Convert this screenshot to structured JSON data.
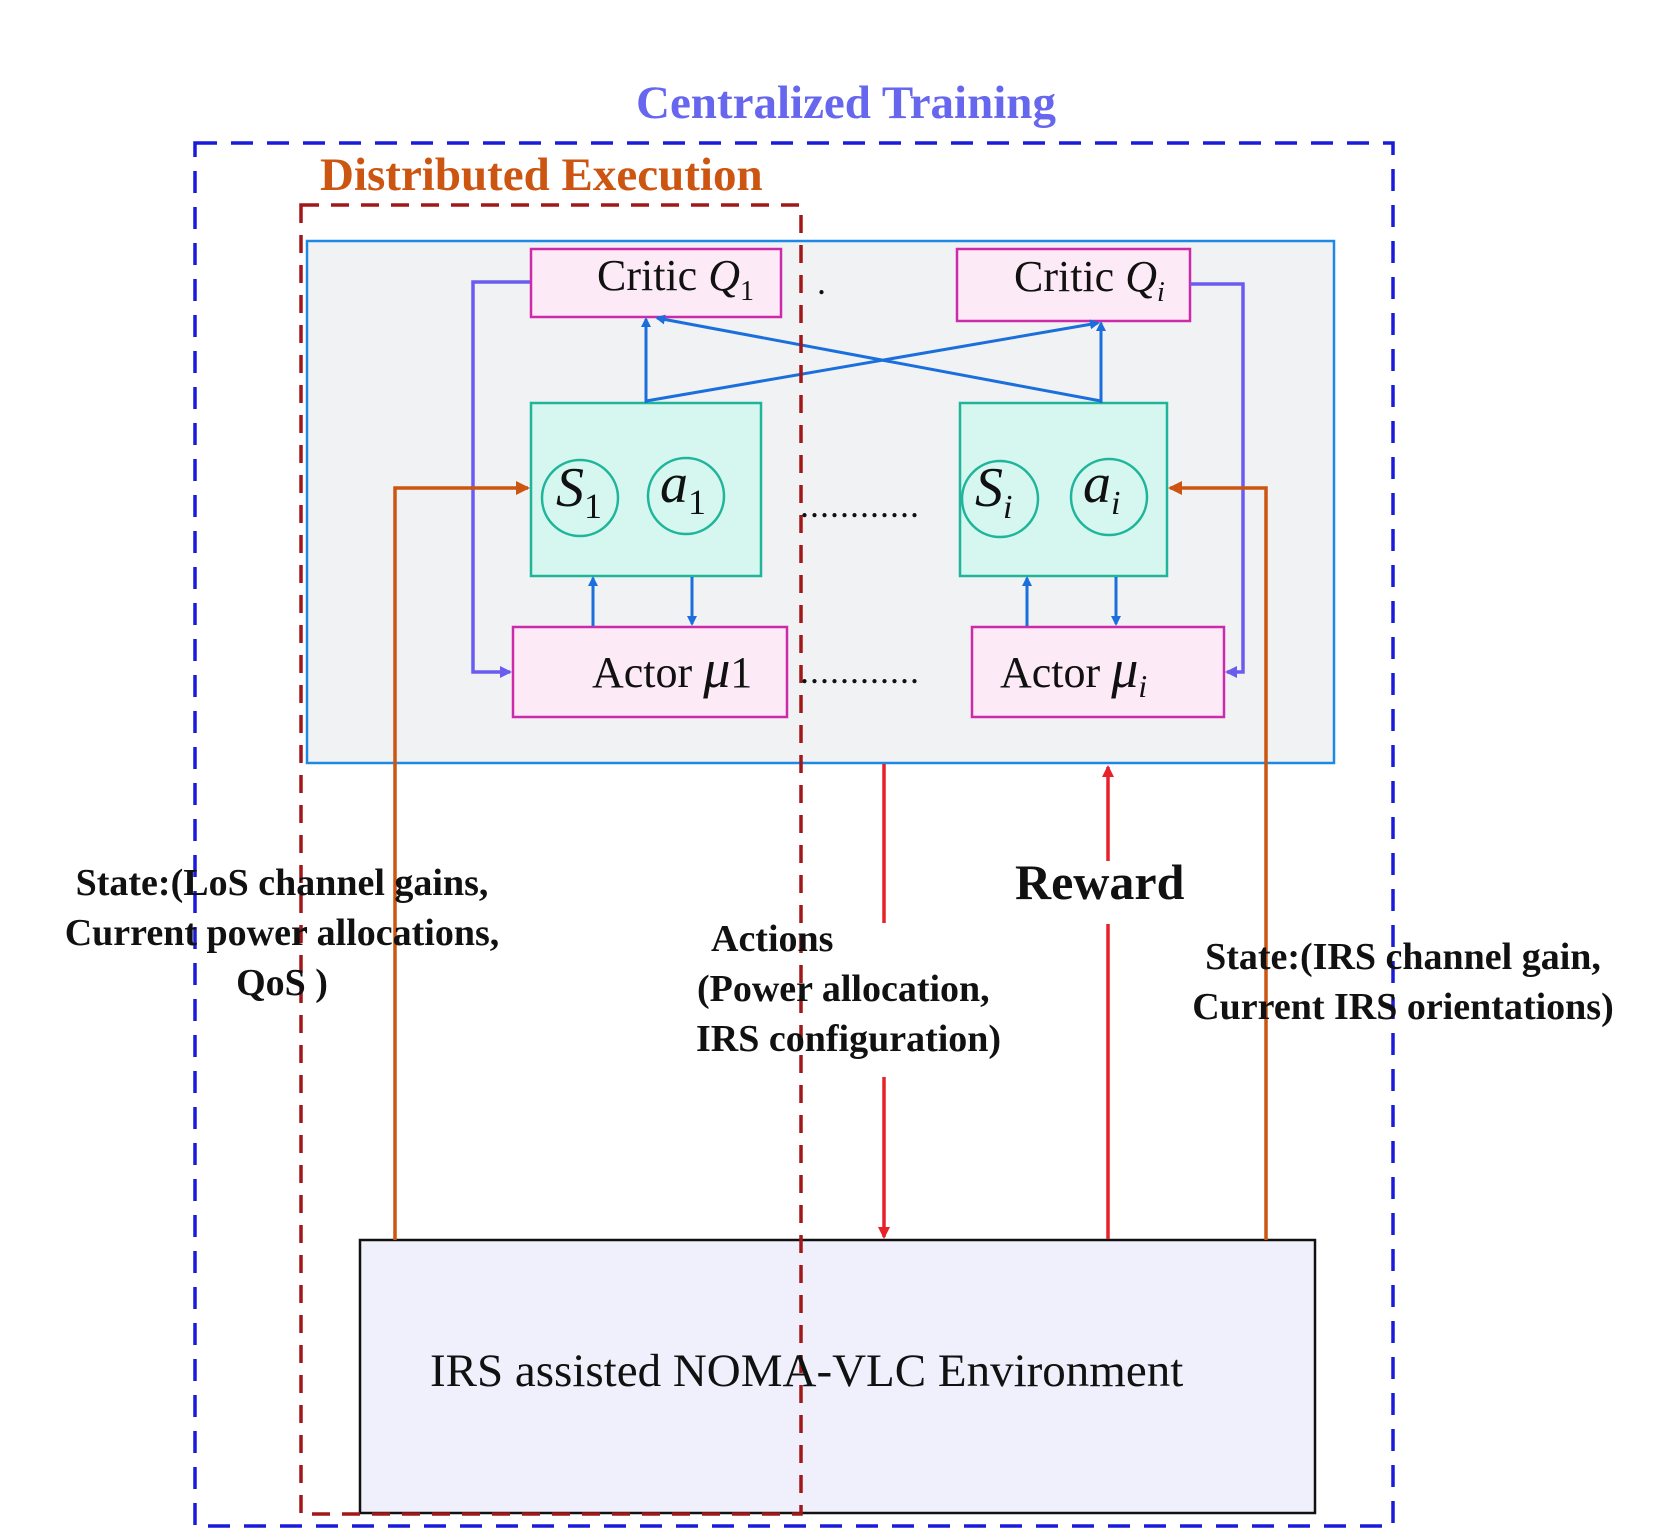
{
  "titles": {
    "centralized": "Centralized Training",
    "distributed": "Distributed Execution"
  },
  "critic_1": {
    "label": "Critic",
    "symbol": "Q",
    "sub": "1"
  },
  "critic_i": {
    "label": "Critic",
    "symbol": "Q",
    "sub": "i"
  },
  "actor_1": {
    "label": "Actor",
    "symbol": "μ",
    "sub": "1"
  },
  "actor_i": {
    "label": "Actor",
    "symbol": "μ",
    "sub": "i"
  },
  "agent_1": {
    "state": "S",
    "state_sub": "1",
    "action": "a",
    "action_sub": "1"
  },
  "agent_i": {
    "state": "S",
    "state_sub": "i",
    "action": "a",
    "action_sub": "i"
  },
  "ellipses": {
    "mid": "............",
    "bottom": "............",
    "top": "."
  },
  "labels": {
    "state_left": [
      "State:(LoS channel gains,",
      "Current power allocations,",
      "QoS )"
    ],
    "actions": [
      "Actions",
      "(Power allocation,",
      "IRS configuration)"
    ],
    "reward": "Reward",
    "state_right": [
      "State:(IRS channel gain,",
      "Current IRS orientations)"
    ]
  },
  "environment": "IRS assisted NOMA-VLC Environment",
  "colors": {
    "centralized": "#6666ee",
    "centralized_border": "#1a1adb",
    "distributed": "#cc5511",
    "distributed_border": "#a01818",
    "panel_fill": "#f1f2f4",
    "panel_border": "#1e88e5",
    "pink_fill": "#fdeaf7",
    "pink_border": "#cc2aa8",
    "agent_fill": "#d6f7f0",
    "agent_border": "#1fb59a",
    "blue_arrow": "#1a6fdc",
    "purple_arrow": "#6a5cf0",
    "orange_arrow": "#cc5511",
    "red_arrow": "#e8202a",
    "env_fill": "#eff0fc"
  }
}
